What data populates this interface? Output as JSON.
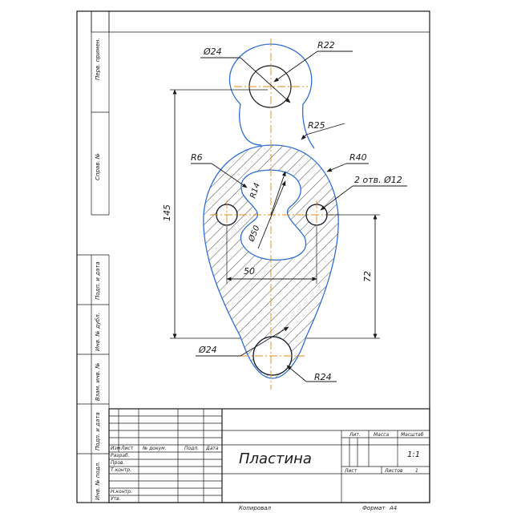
{
  "drawing": {
    "dimensions": {
      "d24_top": "Ø24",
      "r22": "R22",
      "r25": "R25",
      "r6": "R6",
      "r40": "R40",
      "holes": "2 отв. Ø12",
      "r14": "R14",
      "d50_center": "Ø50",
      "v145": "145",
      "h50": "50",
      "v72": "72",
      "d24_bottom": "Ø24",
      "r24": "R24"
    }
  },
  "side_labels": [
    "Перв. примен.",
    "Справ. №",
    "Подп. и дата",
    "Инв. № дубл.",
    "Взам. инв. №",
    "Подп. и дата",
    "Инв. № подл."
  ],
  "title_block": {
    "headers": {
      "izm": "Изм",
      "list": "Лист",
      "doc": "№ докум.",
      "podp": "Подп.",
      "data": "Дата"
    },
    "roles": [
      "Разраб.",
      "Пров.",
      "Т.контр.",
      "",
      "Н.контр.",
      "Утв."
    ],
    "name": "Пластина",
    "lit_label": "Лит.",
    "mass_label": "Масса",
    "scale_label": "Масштаб",
    "scale_value": "1:1",
    "sheet_label": "Лист",
    "sheets_label": "Листов",
    "sheets_value": "1"
  },
  "footer": {
    "copied": "Копировал",
    "format_label": "Формат",
    "format_value": "A4"
  },
  "colors": {
    "outline": "#2f6fd6",
    "axis": "#e08a1c",
    "line": "#1a1a1a"
  }
}
